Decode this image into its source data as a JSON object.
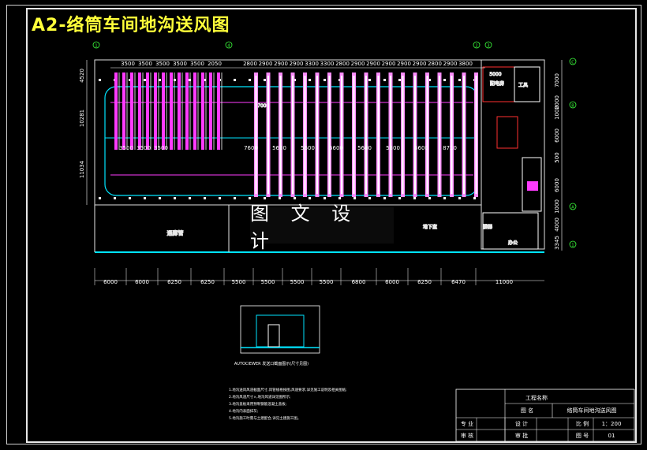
{
  "drawing": {
    "title": "A2-络筒车间地沟送风图",
    "watermark": "图 文 设 计",
    "axis_labels": [
      "1",
      "4",
      "2",
      "3",
      "C",
      "B",
      "A"
    ],
    "room_labels": {
      "corridor": "通廊管",
      "sub": "地下室",
      "room1": "配电房",
      "stair": "楼梯",
      "office": "办公",
      "tool": "工具"
    },
    "top_dims_left": [
      "3500",
      "3500",
      "3500",
      "3500",
      "3500",
      "2050"
    ],
    "top_dims_right": [
      "2800",
      "2900",
      "2900",
      "2900",
      "3300",
      "3300",
      "2800",
      "2900",
      "2900",
      "2900",
      "2900",
      "2900",
      "2800",
      "2900",
      "3800"
    ],
    "bottom_dims": [
      "6000",
      "6000",
      "6250",
      "6250",
      "5500",
      "5500",
      "5500",
      "5500",
      "6800",
      "6000",
      "6250",
      "6470",
      "11000"
    ],
    "left_dims": [
      "4520",
      "10281",
      "11034"
    ],
    "right_dims": [
      "7000",
      "2000",
      "1000",
      "6000",
      "500",
      "6000",
      "1000",
      "4000",
      "3345"
    ],
    "inner_left_dims": [
      "3500",
      "3500",
      "3500"
    ],
    "inner_right_dims": [
      "7600",
      "5600",
      "5600",
      "5600",
      "5600",
      "5600",
      "5600",
      "8710"
    ],
    "side_label": "3700",
    "annotation_right": "5000",
    "detail_caption": "AUTOCIEWER 发送口截面图示(尺寸见图)",
    "notes": [
      "1.地沟送风风道截面尺寸,风管规格按图,风速要求,详见施工说明及相关图纸;",
      "2.地沟风道尺寸×,地沟风道详见图所示;",
      "3.地沟盖板采用预制钢筋混凝土盖板;",
      "4.地沟内表面抹灰;",
      "5.地沟施工时需与土建配合,详见土建施工图。"
    ],
    "title_block": {
      "project_label": "工程名称",
      "drawing_name_label": "图 名",
      "drawing_name": "络筒车间地沟送风图",
      "row1": [
        "专 业",
        "",
        "设 计",
        "",
        "比 例",
        "1：200"
      ],
      "row2": [
        "审 核",
        "",
        "审 批",
        "",
        "图 号",
        "01"
      ]
    }
  }
}
